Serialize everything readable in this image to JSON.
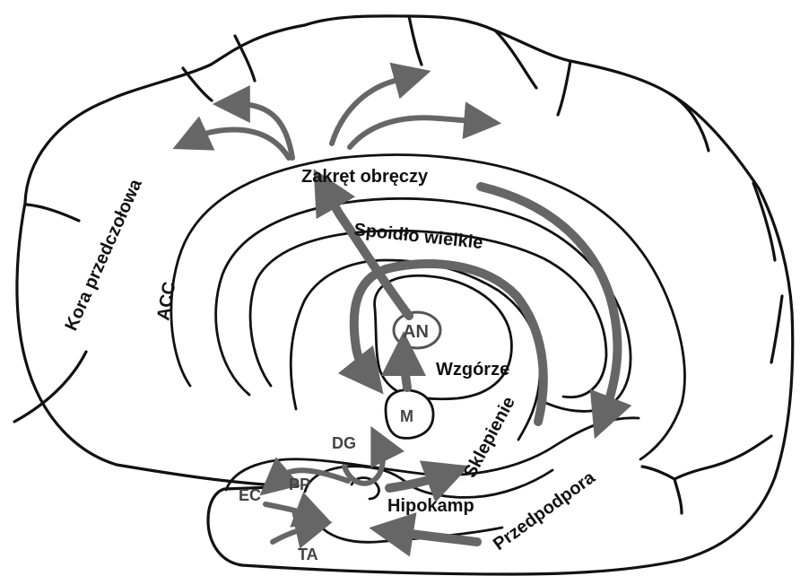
{
  "labels": {
    "zakret_obreczy": "Zakręt obręczy",
    "spoidlo_wielkie": "Spoidło wielkie",
    "kora_przedczolowa": "Kora przedczołowa",
    "acc": "ACC",
    "an": "AN",
    "wzgorze": "Wzgórze",
    "m": "M",
    "sklepienie": "Sklepienie",
    "dg": "DG",
    "ec": "EC",
    "pp": "PP",
    "hipokamp": "Hipokamp",
    "przedpodpora": "Przedpodpora",
    "ta": "TA"
  },
  "colors": {
    "outline": "#111111",
    "pathway": "#666666",
    "background": "#ffffff"
  },
  "icons": {
    "arrow_marker": "arrow-icon"
  }
}
